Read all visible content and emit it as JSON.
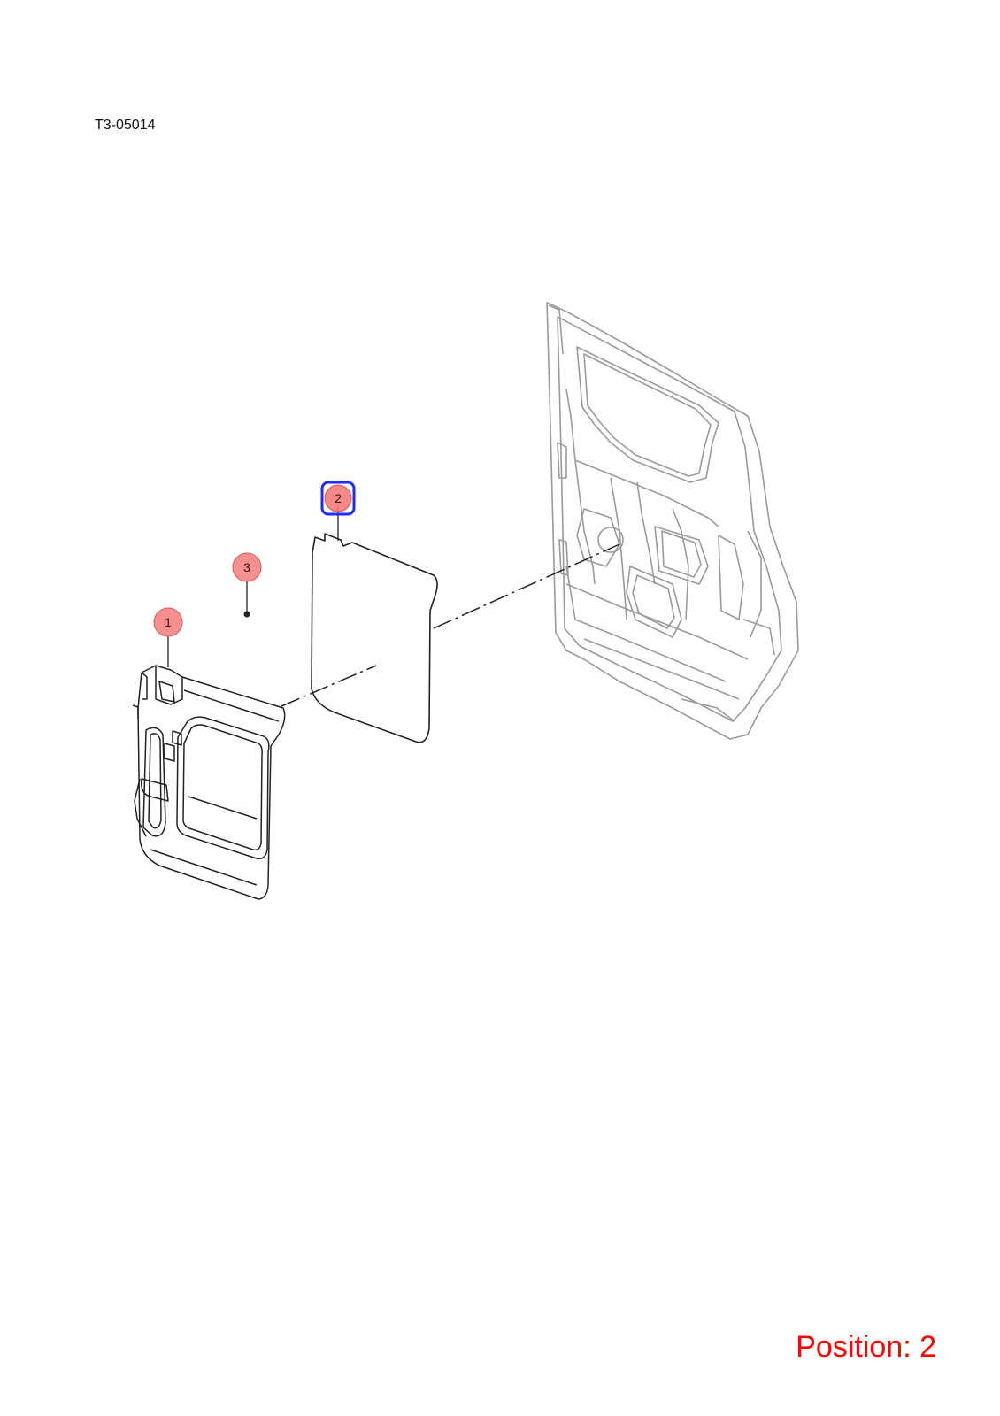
{
  "header": {
    "diagram_code": "T3-05014"
  },
  "footer": {
    "position_label": "Position: 2"
  },
  "callouts": [
    {
      "id": "1",
      "label": "1",
      "selected": false
    },
    {
      "id": "2",
      "label": "2",
      "selected": true
    },
    {
      "id": "3",
      "label": "3",
      "selected": false
    }
  ],
  "colors": {
    "callout_fill": "#f47c7c",
    "callout_stroke": "#e05555",
    "selected_outline": "#1f2bff",
    "position_text": "#ff0000",
    "part_line": "#222222",
    "door_line": "#9a9a9a"
  }
}
